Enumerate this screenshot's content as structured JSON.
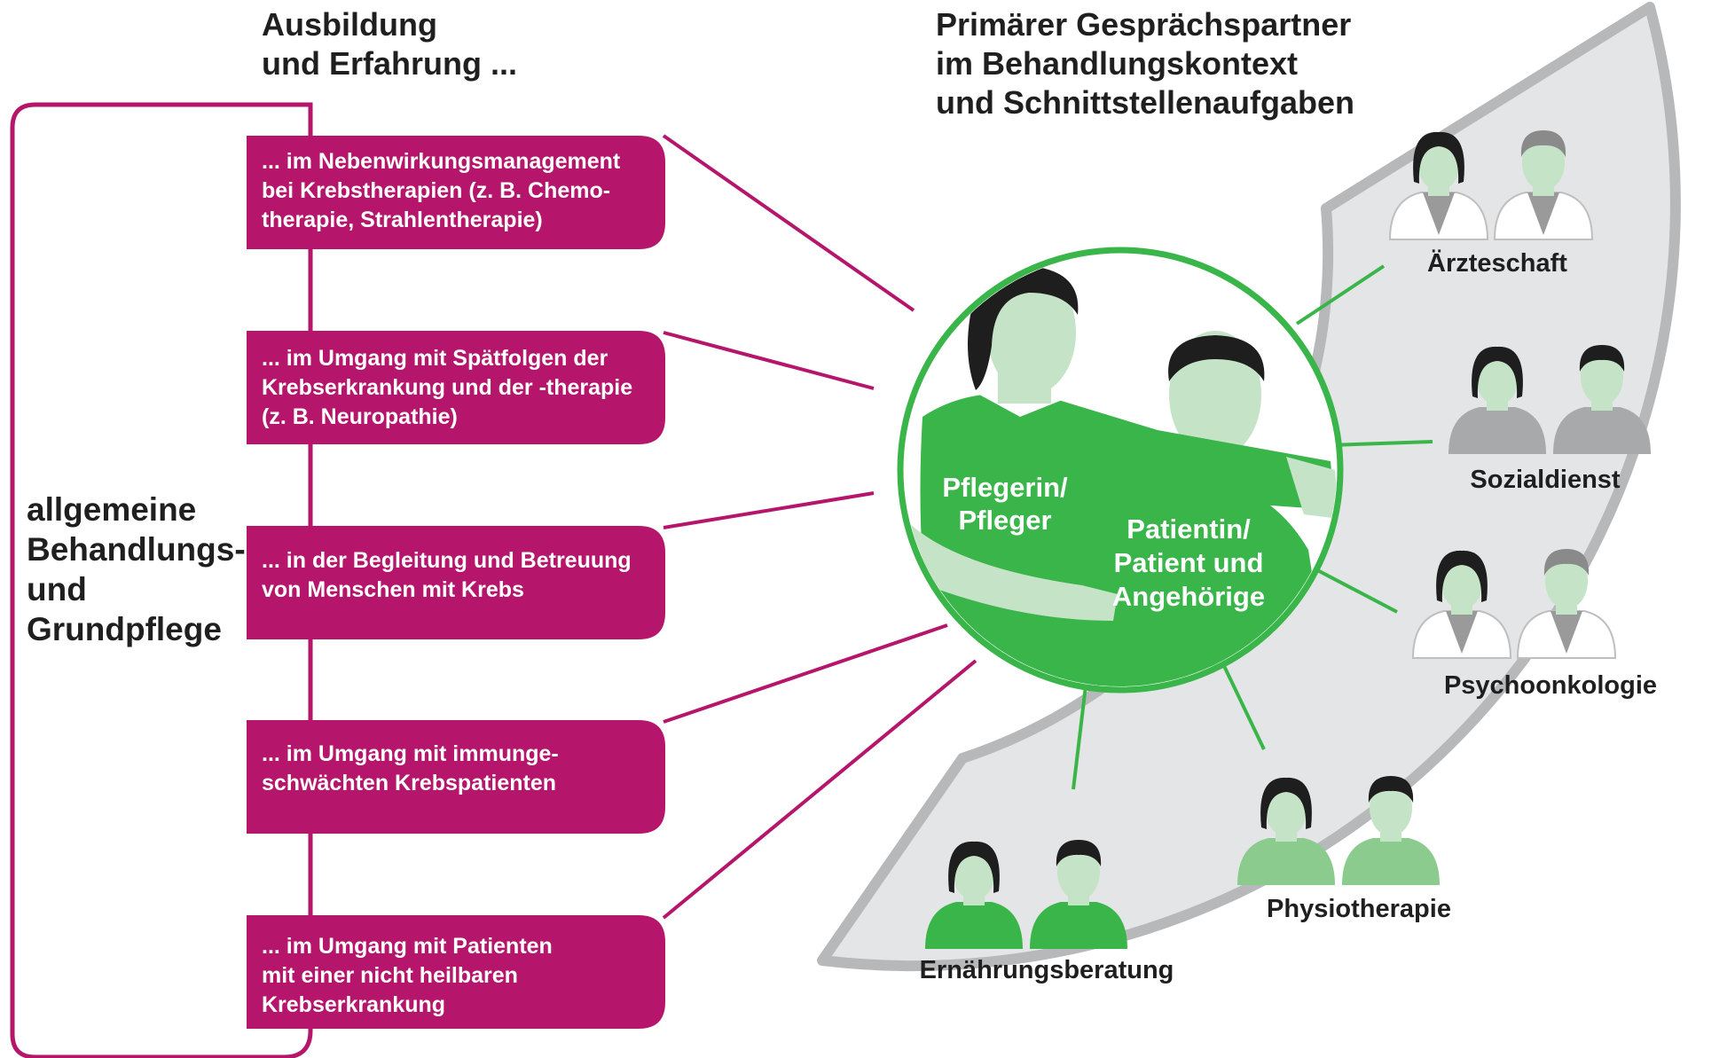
{
  "colors": {
    "magenta": "#b5166b",
    "green": "#3ab54a",
    "light_green": "#c5e3c6",
    "mid_green": "#8bcc8e",
    "gray_band": "#e4e5e7",
    "gray_band_border": "#b7b8ba",
    "dark_hair": "#1e1e1e",
    "text_dark": "#1f1f1f"
  },
  "headings": {
    "left": [
      "Ausbildung",
      "und Erfahrung ..."
    ],
    "right": [
      "Primärer Gesprächspartner",
      "im Behandlungskontext",
      "und Schnittstellenaufgaben"
    ]
  },
  "left_label": [
    "allgemeine",
    "Behandlungs-",
    "und",
    "Grundpflege"
  ],
  "boxes": [
    {
      "lines": [
        "... im Nebenwirkungsmanagement",
        "bei Krebstherapien (z. B. Chemo-",
        "therapie, Strahlentherapie)"
      ]
    },
    {
      "lines": [
        "... im Umgang mit Spätfolgen der",
        "Krebserkrankung und der -therapie",
        "(z. B. Neuropathie)"
      ]
    },
    {
      "lines": [
        "... in der Begleitung und Betreuung",
        "von Menschen mit Krebs"
      ]
    },
    {
      "lines": [
        "... im Umgang mit immunge-",
        "schwächten Krebspatienten"
      ]
    },
    {
      "lines": [
        "... im Umgang mit Patienten",
        "mit einer nicht heilbaren",
        "Krebserkrankung"
      ]
    }
  ],
  "center": {
    "nurse_label": [
      "Pflegerin/",
      "Pfleger"
    ],
    "patient_label": [
      "Patientin/",
      "Patient und",
      "Angehörige"
    ]
  },
  "groups": [
    {
      "label": "Ärzteschaft",
      "icon": "doctor-pair-icon"
    },
    {
      "label": "Sozialdienst",
      "icon": "social-worker-pair-icon"
    },
    {
      "label": "Psychoonkologie",
      "icon": "psychooncologist-pair-icon"
    },
    {
      "label": "Physiotherapie",
      "icon": "physiotherapist-pair-icon"
    },
    {
      "label": "Ernährungsberatung",
      "icon": "nutrition-advisor-pair-icon"
    }
  ]
}
